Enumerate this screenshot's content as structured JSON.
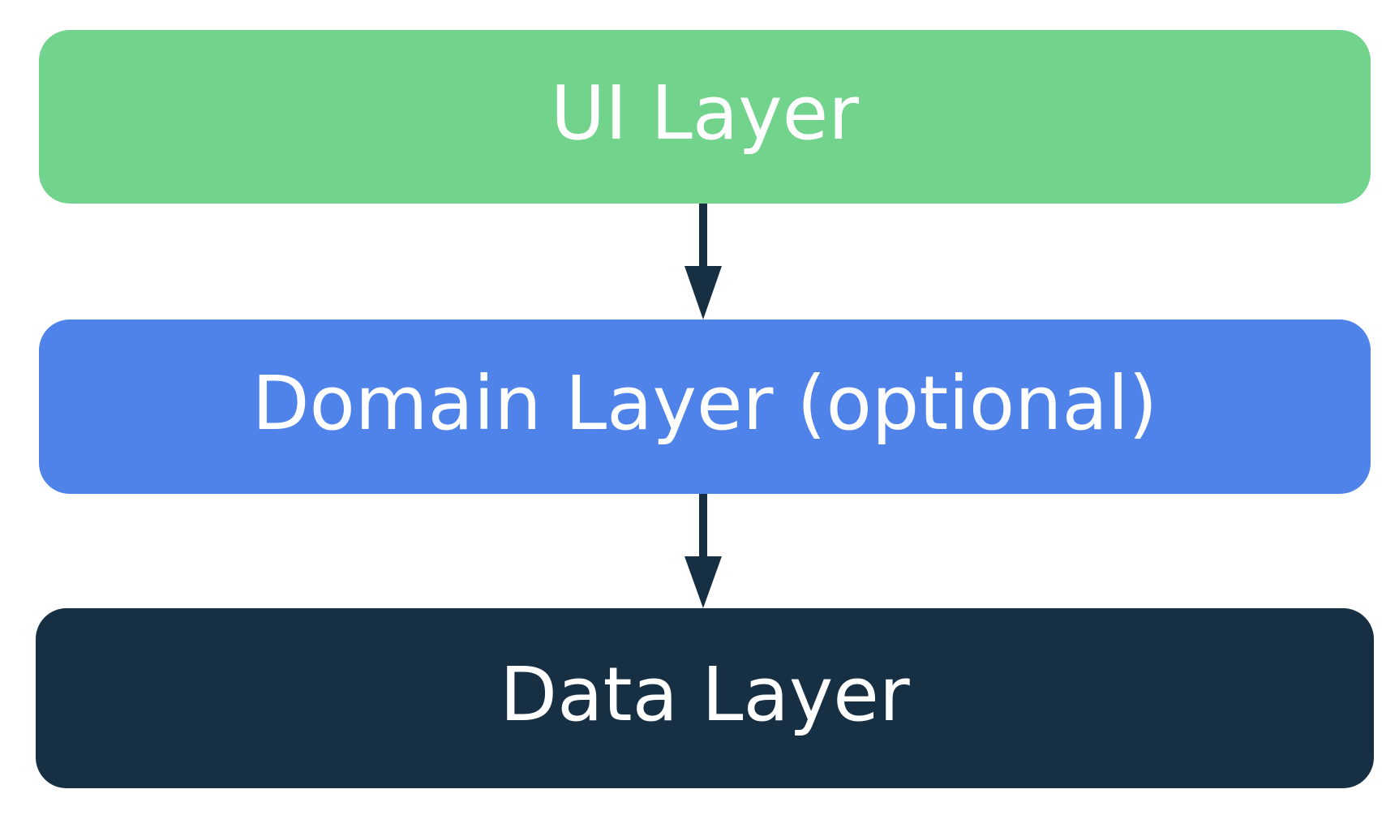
{
  "layers": [
    {
      "label": "UI Layer",
      "color": "#72D48C"
    },
    {
      "label": "Domain Layer (optional)",
      "color": "#4F83EA"
    },
    {
      "label": "Data Layer",
      "color": "#172F42"
    }
  ],
  "arrow_color": "#172F42",
  "connections": [
    {
      "from": "UI Layer",
      "to": "Domain Layer (optional)"
    },
    {
      "from": "Domain Layer (optional)",
      "to": "Data Layer"
    }
  ]
}
